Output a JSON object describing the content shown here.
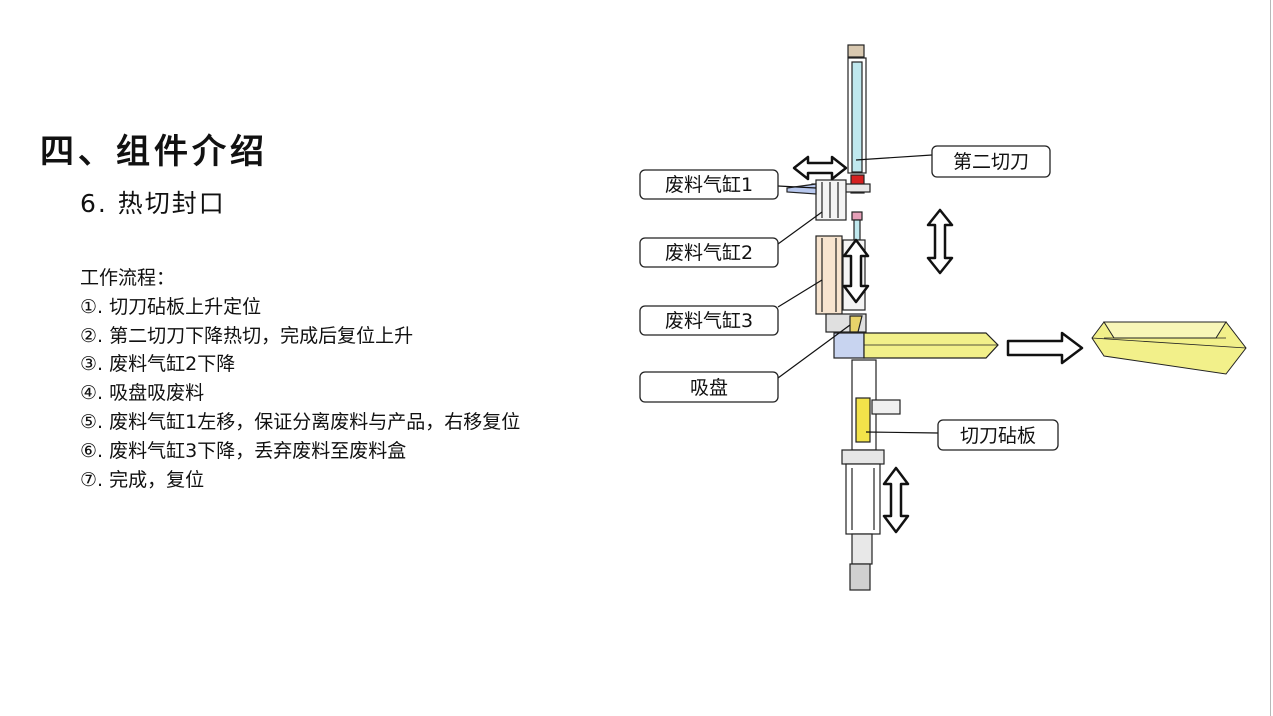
{
  "slide": {
    "title": "四、组件介绍",
    "subtitle": "6. 热切封口",
    "process_heading": "工作流程：",
    "steps": [
      "①. 切刀砧板上升定位",
      "②. 第二切刀下降热切，完成后复位上升",
      "③. 废料气缸2下降",
      "④. 吸盘吸废料",
      "⑤. 废料气缸1左移，保证分离废料与产品，右移复位",
      "⑥. 废料气缸3下降，丢弃废料至废料盒",
      "⑦. 完成，复位"
    ]
  },
  "diagram": {
    "labels": {
      "second_cutter": "第二切刀",
      "waste_cylinder_1": "废料气缸1",
      "waste_cylinder_2": "废料气缸2",
      "waste_cylinder_3": "废料气缸3",
      "suction_cup": "吸盘",
      "cutter_anvil": "切刀砧板"
    },
    "colors": {
      "cylinder_blue": "#bfe8ee",
      "heater_red": "#d42020",
      "product_yellow": "#f2f08a",
      "frame_gray": "#d9d9d9",
      "outline": "#222222"
    },
    "icons": [
      "double-arrow-horizontal-icon",
      "double-arrow-vertical-icon",
      "arrow-right-icon"
    ]
  }
}
